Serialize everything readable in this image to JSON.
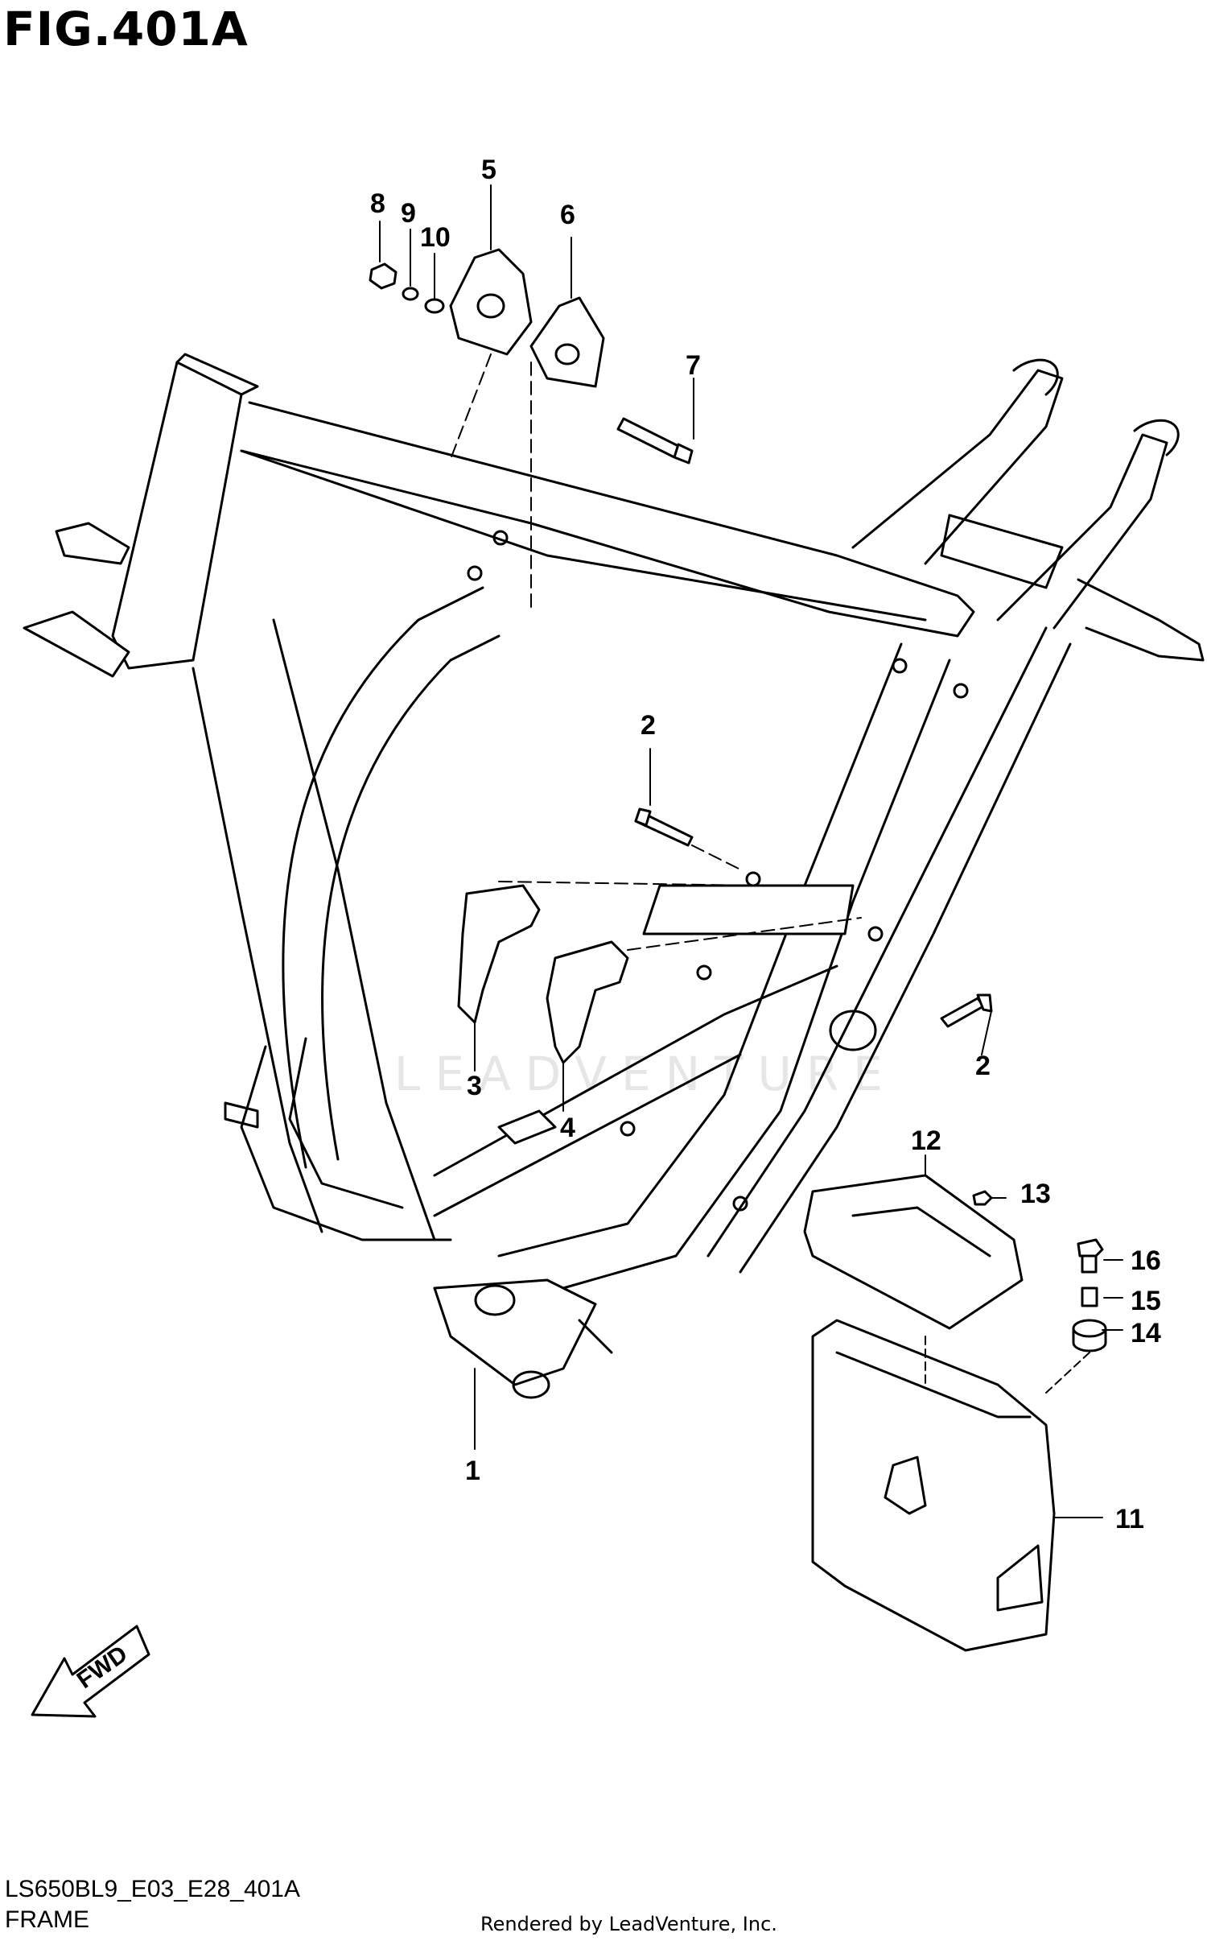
{
  "figure": {
    "title": "FIG.401A",
    "diagram_code": "LS650BL9_E03_E28_401A",
    "section_name": "FRAME",
    "rendered_by": "Rendered by LeadVenture, Inc.",
    "watermark": "LEADVENTURE",
    "direction_label": "FWD"
  },
  "callouts": [
    {
      "id": "c1",
      "label": "1"
    },
    {
      "id": "c2a",
      "label": "2"
    },
    {
      "id": "c2b",
      "label": "2"
    },
    {
      "id": "c3",
      "label": "3"
    },
    {
      "id": "c4",
      "label": "4"
    },
    {
      "id": "c5",
      "label": "5"
    },
    {
      "id": "c6",
      "label": "6"
    },
    {
      "id": "c7",
      "label": "7"
    },
    {
      "id": "c8",
      "label": "8"
    },
    {
      "id": "c9",
      "label": "9"
    },
    {
      "id": "c10",
      "label": "10"
    },
    {
      "id": "c11",
      "label": "11"
    },
    {
      "id": "c12",
      "label": "12"
    },
    {
      "id": "c13",
      "label": "13"
    },
    {
      "id": "c14",
      "label": "14"
    },
    {
      "id": "c15",
      "label": "15"
    },
    {
      "id": "c16",
      "label": "16"
    }
  ]
}
